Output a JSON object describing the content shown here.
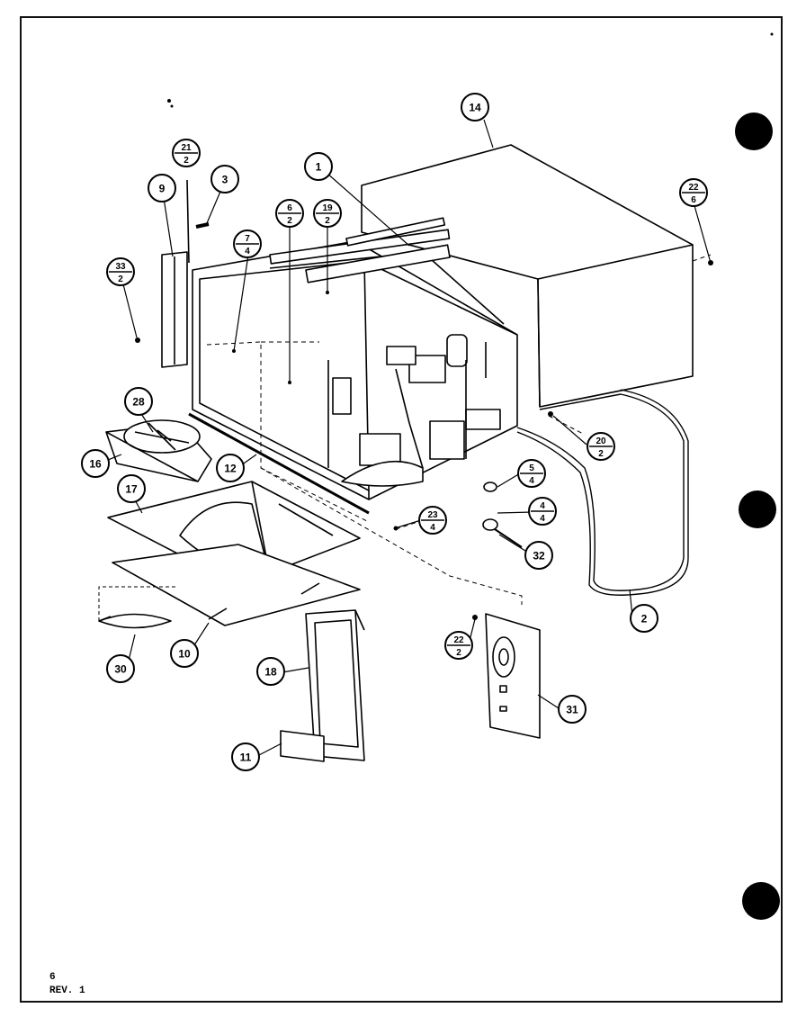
{
  "callouts": [
    {
      "id": "c14",
      "label": "14"
    },
    {
      "id": "c1",
      "label": "1"
    },
    {
      "id": "c3",
      "label": "3"
    },
    {
      "id": "c9",
      "label": "9"
    },
    {
      "id": "c28",
      "label": "28"
    },
    {
      "id": "c16",
      "label": "16"
    },
    {
      "id": "c12",
      "label": "12"
    },
    {
      "id": "c17",
      "label": "17"
    },
    {
      "id": "c2",
      "label": "2"
    },
    {
      "id": "c32",
      "label": "32"
    },
    {
      "id": "c30",
      "label": "30"
    },
    {
      "id": "c10",
      "label": "10"
    },
    {
      "id": "c18",
      "label": "18"
    },
    {
      "id": "c11",
      "label": "11"
    },
    {
      "id": "c31",
      "label": "31"
    }
  ],
  "fraction_callouts": [
    {
      "id": "f21",
      "top": "21",
      "bottom": "2"
    },
    {
      "id": "f6",
      "top": "6",
      "bottom": "2"
    },
    {
      "id": "f19",
      "top": "19",
      "bottom": "2"
    },
    {
      "id": "f7",
      "top": "7",
      "bottom": "4"
    },
    {
      "id": "f33",
      "top": "33",
      "bottom": "2"
    },
    {
      "id": "f22a",
      "top": "22",
      "bottom": "6"
    },
    {
      "id": "f20",
      "top": "20",
      "bottom": "2"
    },
    {
      "id": "f5",
      "top": "5",
      "bottom": "4"
    },
    {
      "id": "f4",
      "top": "4",
      "bottom": "4"
    },
    {
      "id": "f23",
      "top": "23",
      "bottom": "4"
    },
    {
      "id": "f22b",
      "top": "22",
      "bottom": "2"
    }
  ],
  "footer": {
    "page_number": "6",
    "revision": "REV. 1"
  }
}
